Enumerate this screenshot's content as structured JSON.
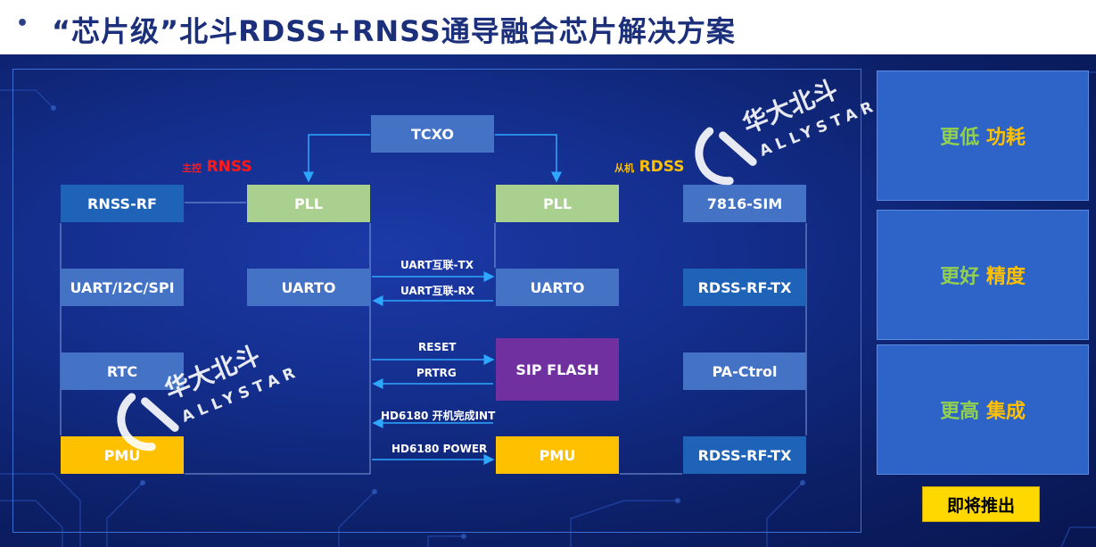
{
  "header": {
    "bullet": "•",
    "title": "“芯片级”北斗RDSS+RNSS通导融合芯片解决方案"
  },
  "diagram": {
    "master": {
      "prefix": "主控",
      "name": "RNSS",
      "color": "#ff1a1a"
    },
    "slave": {
      "prefix": "从机",
      "name": "RDSS",
      "color": "#ffc000"
    },
    "blocks": {
      "tcxo": "TCXO",
      "rnss_rf": "RNSS-RF",
      "pll_left": "PLL",
      "pll_right": "PLL",
      "sim": "7816-SIM",
      "uart_i2c_spi": "UART/I2C/SPI",
      "uart_left": "UARTO",
      "uart_right": "UARTO",
      "rdss_rf_tx_1": "RDSS-RF-TX",
      "rtc": "RTC",
      "sip_flash": "SIP FLASH",
      "pa_ctrl": "PA-Ctrol",
      "pmu_left": "PMU",
      "pmu_right": "PMU",
      "rdss_rf_tx_2": "RDSS-RF-TX"
    },
    "signals": {
      "uart_tx": "UART互联-TX",
      "uart_rx": "UART互联-RX",
      "reset": "RESET",
      "prtrg": "PRTRG",
      "boot_int": "HD6180 开机完成INT",
      "power": "HD6180 POWER"
    },
    "logo_cn": "华大北斗",
    "logo_en": "ALLYSTAR"
  },
  "features": [
    {
      "a": "更低",
      "b": "功耗"
    },
    {
      "a": "更好",
      "b": "精度"
    },
    {
      "a": "更高",
      "b": "集成"
    }
  ],
  "coming_soon": "即将推出",
  "colors": {
    "block_blue": "#4472c4",
    "block_dark_blue": "#1f63b8",
    "block_green": "#a9d08e",
    "block_yellow": "#ffc000",
    "block_purple": "#7030a0",
    "feature_green": "#92d050",
    "feature_yellow": "#ffc000"
  }
}
